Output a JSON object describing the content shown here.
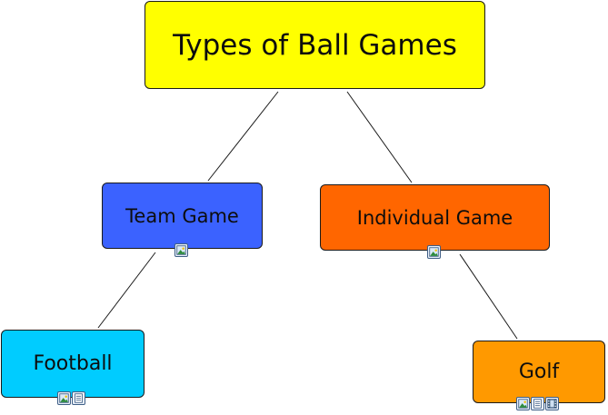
{
  "colors": {
    "root": "#ffff00",
    "team": "#3b62ff",
    "individual": "#ff6600",
    "football": "#00ccff",
    "golf": "#ff9900",
    "line": "#1a1a1a"
  },
  "nodes": {
    "root": {
      "label": "Types of Ball Games"
    },
    "team": {
      "label": "Team Game",
      "resources": [
        "image-icon"
      ]
    },
    "individual": {
      "label": "Individual Game",
      "resources": [
        "image-icon"
      ]
    },
    "football": {
      "label": "Football",
      "resources": [
        "image-icon",
        "document-icon"
      ]
    },
    "golf": {
      "label": "Golf",
      "resources": [
        "image-icon",
        "document-icon",
        "video-icon"
      ]
    }
  }
}
